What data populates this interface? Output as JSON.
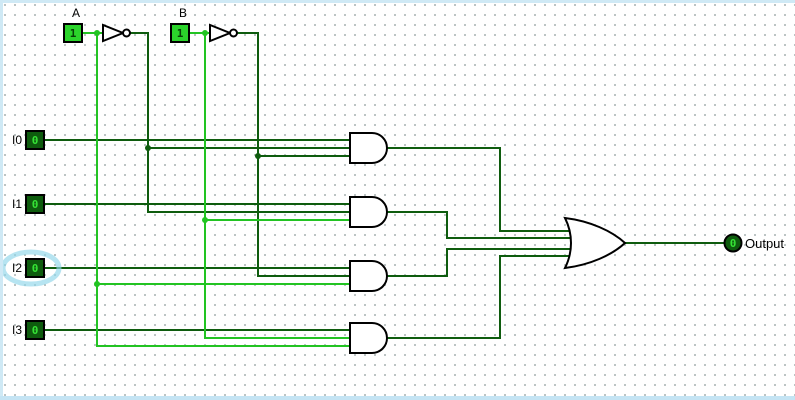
{
  "colors": {
    "wire_true": "#22c422",
    "wire_false": "#0e5c0e",
    "pin_on_fill": "#2bd42b",
    "pin_off_fill": "#0e5c0e",
    "digit_on": "#064006",
    "digit_off": "#35e235",
    "gate_stroke": "#000000",
    "gate_fill": "#ffffff",
    "hover_highlight": "#8fd6ea"
  },
  "inputs": {
    "a": {
      "label": "A",
      "value": "1"
    },
    "b": {
      "label": "B",
      "value": "1"
    },
    "i0": {
      "label": "I0",
      "value": "0"
    },
    "i1": {
      "label": "I1",
      "value": "0"
    },
    "i2": {
      "label": "I2",
      "value": "0"
    },
    "i3": {
      "label": "I3",
      "value": "0"
    }
  },
  "output": {
    "label": "Output",
    "value": "0"
  },
  "circuit": {
    "not_gates": 2,
    "and_gates": 4,
    "or_gates": 1,
    "highlighted_pin": "I2",
    "true_wire_meaning": "logic 1 (bright green)",
    "false_wire_meaning": "logic 0 (dark green)"
  }
}
